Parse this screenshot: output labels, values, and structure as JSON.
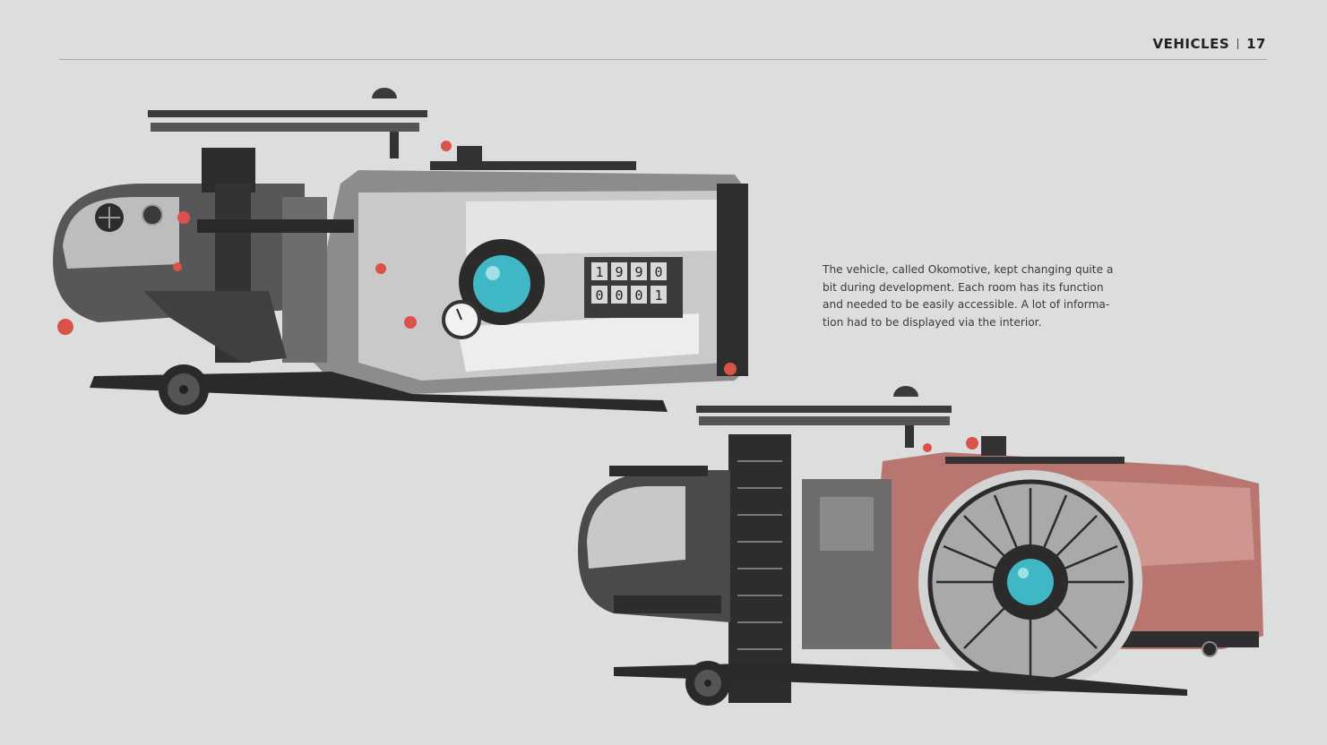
{
  "header": {
    "section": "VEHICLES",
    "page_number": "17"
  },
  "caption": {
    "lines": [
      "The vehicle, called Okomotive, kept changing quite a",
      "bit during development. Each room has its function",
      "and needed to be easily accessible. A lot of informa-",
      "tion had to be displayed via the interior."
    ]
  },
  "vehicle_top": {
    "counter_top": [
      "1",
      "9",
      "9",
      "0"
    ],
    "counter_bottom": [
      "0",
      "0",
      "0",
      "1"
    ]
  },
  "colors": {
    "background": "#dcdedd",
    "ink": "#2b2b2b",
    "accent_red": "#d9534a",
    "lens_cyan": "#3fb7c4",
    "rust": "#b97670"
  }
}
